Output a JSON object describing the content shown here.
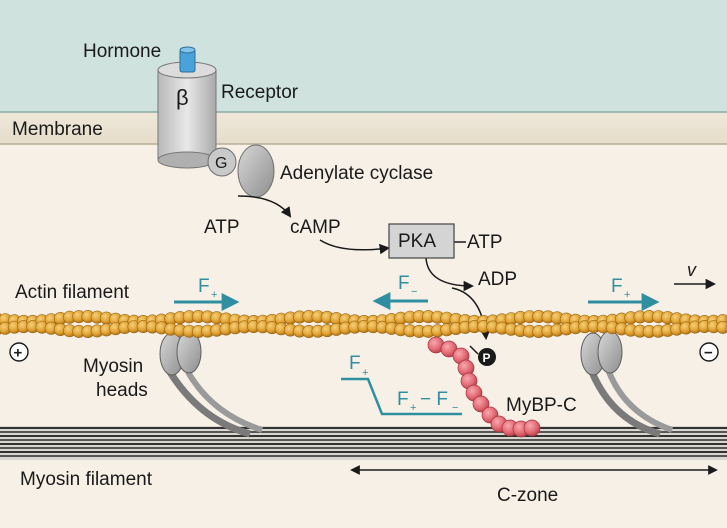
{
  "labels": {
    "hormone": "Hormone",
    "beta": "β",
    "receptor": "Receptor",
    "membrane": "Membrane",
    "g_protein": "G",
    "adenylate_cyclase": "Adenylate cyclase",
    "atp_1": "ATP",
    "camp": "cAMP",
    "pka": "PKA",
    "atp_2": "ATP",
    "adp": "ADP",
    "actin_filament": "Actin filament",
    "f_plus_left": "F",
    "f_plus_left_sub": "+",
    "f_minus": "F",
    "f_minus_sub": "−",
    "f_plus_right": "F",
    "f_plus_right_sub": "+",
    "velocity": "v",
    "plus_end": "+",
    "minus_end": "−",
    "myosin_heads_1": "Myosin",
    "myosin_heads_2": "heads",
    "phosphate": "P",
    "graph_f_plus": "F",
    "graph_f_plus_sub": "+",
    "graph_diff_f1": "F",
    "graph_diff_sub1": "+",
    "graph_diff_minus": "− F",
    "graph_diff_sub2": "−",
    "mybpc": "MyBP-C",
    "myosin_filament": "Myosin filament",
    "czone": "C-zone"
  },
  "colors": {
    "cytoplasm": "#f6f0e6",
    "extracellular": "#cfe2de",
    "membrane_band": "#ece5d6",
    "teal_arrow": "#2f8fa0",
    "actin_bead": "#e0a233",
    "mybpc_bead": "#e26a74",
    "myosin_grey": "#9a9a9a"
  }
}
